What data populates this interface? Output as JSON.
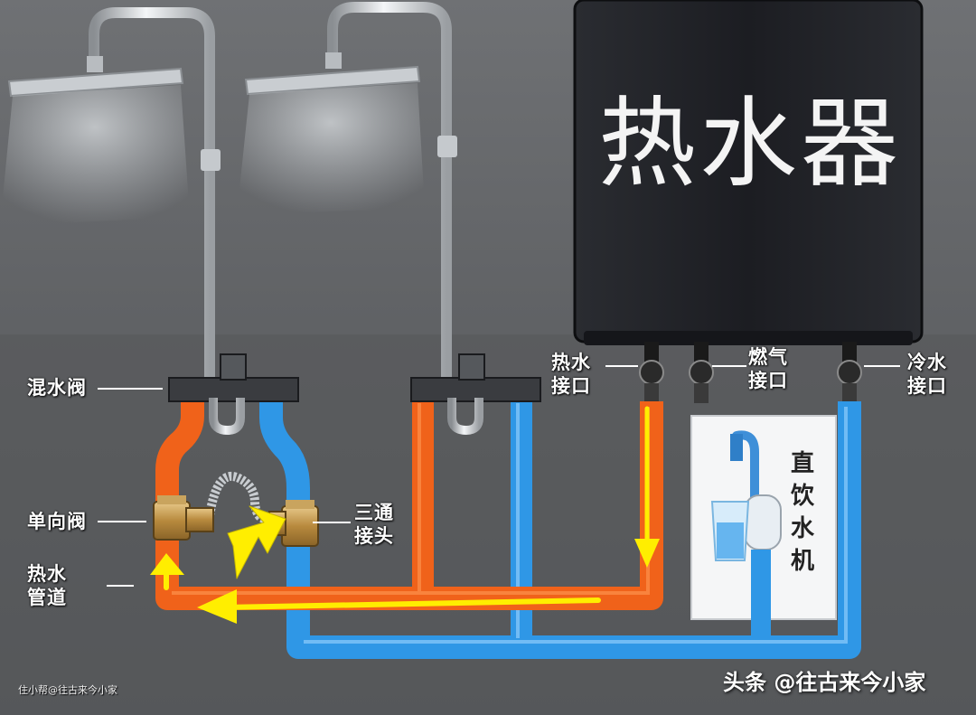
{
  "heater": {
    "title": "热水器"
  },
  "labels": {
    "mixing_valve": "混水阀",
    "check_valve": "单向阀",
    "hot_pipe": "热水\n管道",
    "tee": "三通\n接头",
    "hot_outlet": "热水\n接口",
    "gas_inlet": "燃气\n接口",
    "cold_inlet": "冷水\n接口"
  },
  "dispenser": {
    "text": "直饮水机"
  },
  "watermarks": {
    "left": "住小帮@往古来今小家",
    "right": "头条 @往古来今小家"
  },
  "colors": {
    "background": "#5d5f62",
    "heater_body": "#1c1d22",
    "hot_pipe": "#f0621a",
    "cold_pipe": "#2f97e6",
    "flow_arrow": "#ffee00",
    "chrome": "#d4d7da"
  }
}
